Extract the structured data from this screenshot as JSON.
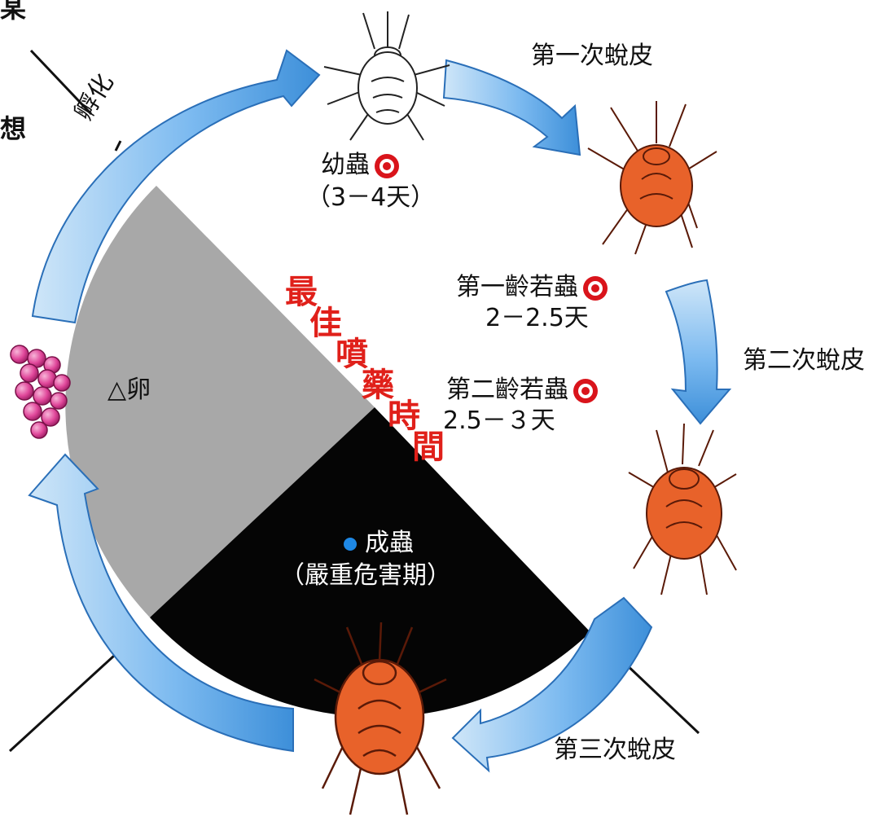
{
  "edge_text": {
    "top": "某",
    "left": "想"
  },
  "stages": {
    "larva": {
      "name": "幼蟲",
      "duration": "（3－4天）"
    },
    "nymph1": {
      "name": "第一齡若蟲",
      "duration": "2－2.5天"
    },
    "nymph2": {
      "name": "第二齡若蟲",
      "duration": "2.5－３天"
    },
    "adult": {
      "name": "成蟲",
      "duration": "（嚴重危害期）"
    },
    "egg": {
      "name": "△卵"
    }
  },
  "transitions": {
    "hatch": "孵化",
    "molt1": "第一次蛻皮",
    "molt2": "第二次蛻皮",
    "molt3": "第三次蛻皮"
  },
  "best_spray_time": [
    "最",
    "佳",
    "噴",
    "藥",
    "時",
    "間"
  ],
  "colors": {
    "arrow_fill": "#6fb3ea",
    "sector_gray": "#a8a8a8",
    "sector_black": "#050505",
    "accent_red": "#e0201a",
    "mite_orange": "#e8622a",
    "egg_pink": "#e0479a",
    "marker_blue": "#1e88e5"
  },
  "icons": [
    "mite-larva-icon",
    "mite-nymph-icon",
    "mite-adult-icon",
    "egg-cluster-icon",
    "bullseye-marker-icon",
    "blue-dot-marker-icon"
  ]
}
